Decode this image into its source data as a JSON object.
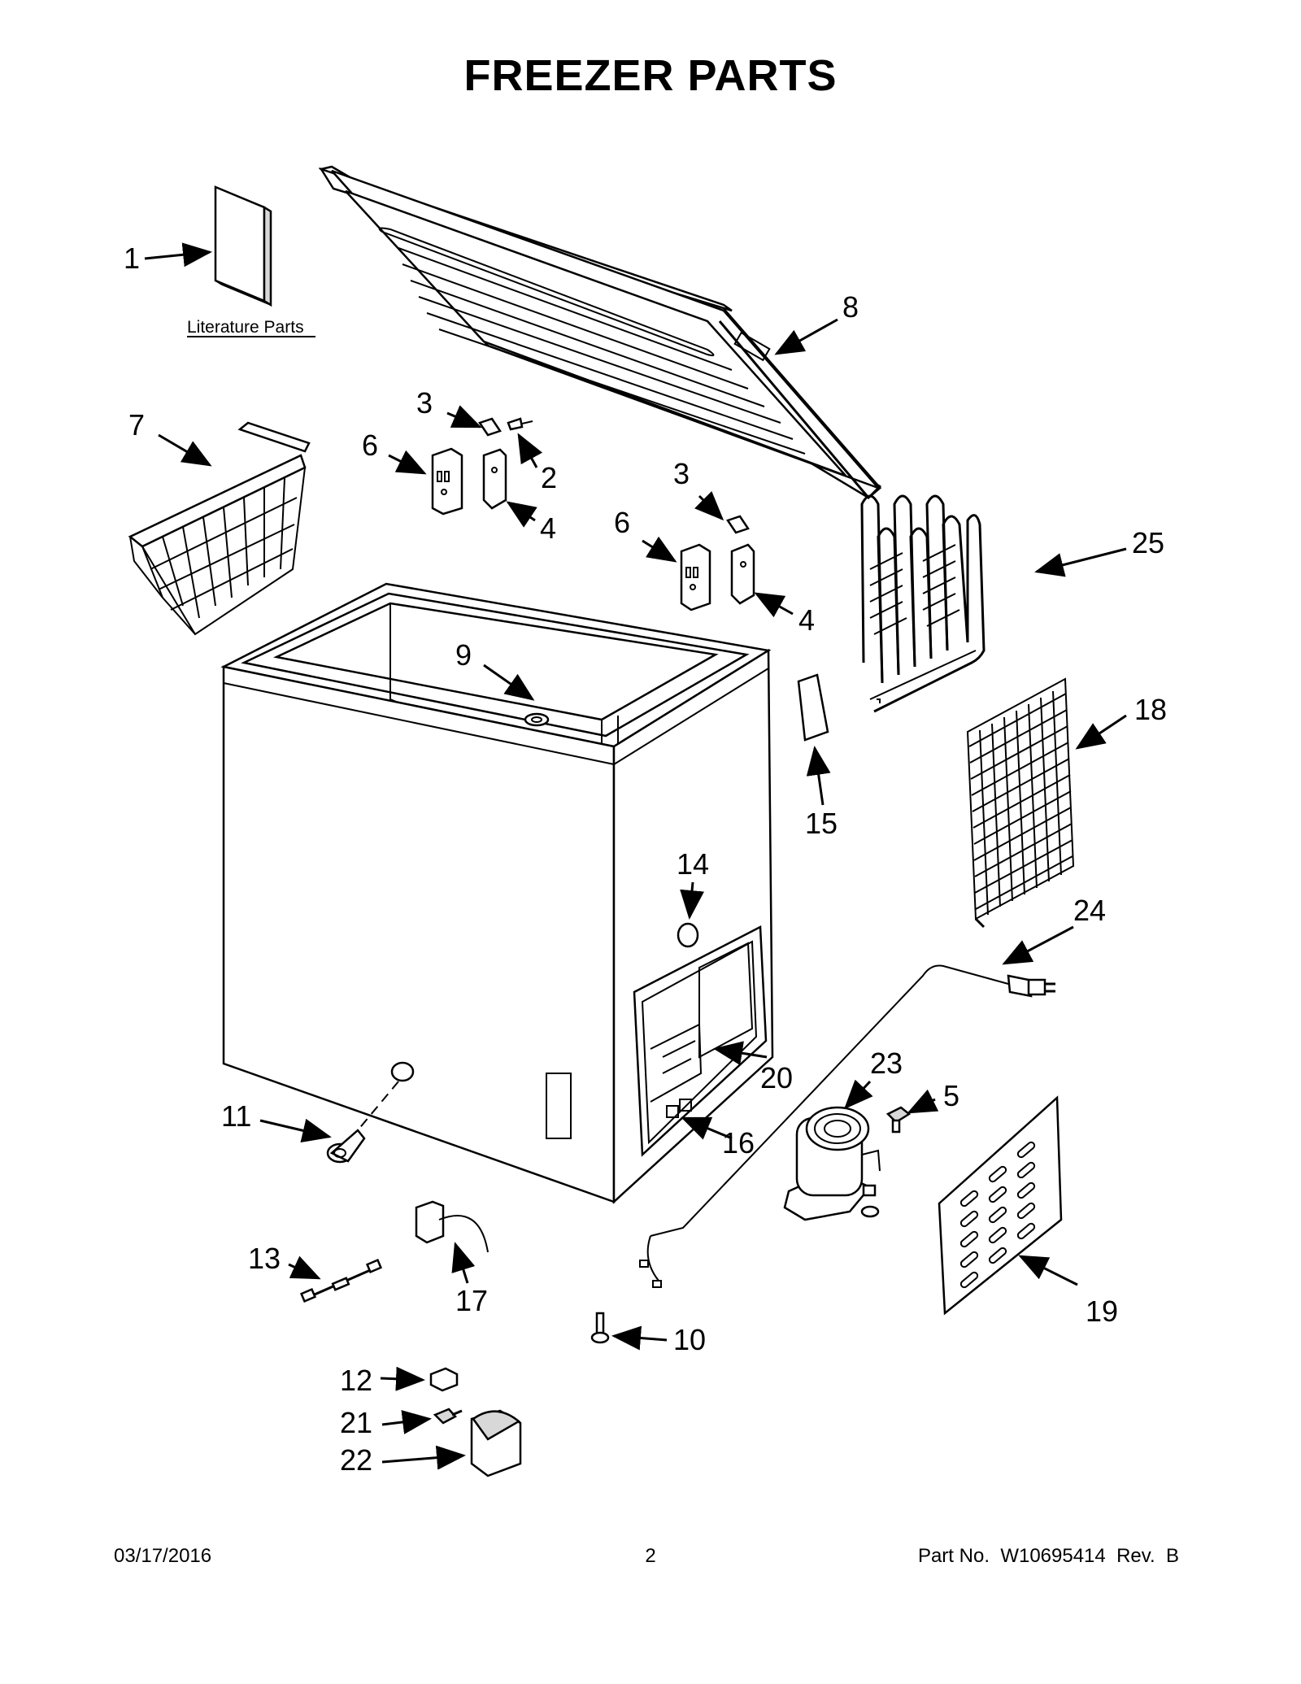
{
  "title": "FREEZER PARTS",
  "literature_label": "Literature Parts",
  "callouts": {
    "c1": "1",
    "c2": "2",
    "c3a": "3",
    "c3b": "3",
    "c4a": "4",
    "c4b": "4",
    "c5": "5",
    "c6a": "6",
    "c6b": "6",
    "c7": "7",
    "c8": "8",
    "c9": "9",
    "c10": "10",
    "c11": "11",
    "c12": "12",
    "c13": "13",
    "c14": "14",
    "c15": "15",
    "c16": "16",
    "c17": "17",
    "c18": "18",
    "c19": "19",
    "c20": "20",
    "c21": "21",
    "c22": "22",
    "c23": "23",
    "c24": "24",
    "c25": "25"
  },
  "footer": {
    "date": "03/17/2016",
    "page": "2",
    "part": "Part No.  W10695414  Rev.  B"
  }
}
